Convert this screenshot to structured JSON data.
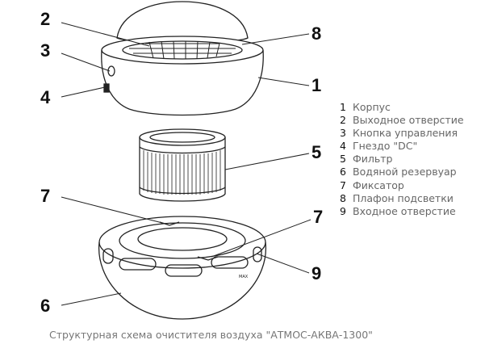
{
  "callouts": {
    "c2": "2",
    "c3": "3",
    "c4": "4",
    "c8": "8",
    "c1": "1",
    "c5": "5",
    "c7a": "7",
    "c7b": "7",
    "c9": "9",
    "c6": "6"
  },
  "reservoir_mark": "MAX",
  "legend": [
    {
      "num": "1",
      "label": "Корпус"
    },
    {
      "num": "2",
      "label": "Выходное отверстие"
    },
    {
      "num": "3",
      "label": "Кнопка управления"
    },
    {
      "num": "4",
      "label": "Гнездо \"DC\""
    },
    {
      "num": "5",
      "label": "Фильтр"
    },
    {
      "num": "6",
      "label": "Водяной резервуар"
    },
    {
      "num": "7",
      "label": "Фиксатор"
    },
    {
      "num": "8",
      "label": "Плафон подсветки"
    },
    {
      "num": "9",
      "label": "Входное отверстие"
    }
  ],
  "caption": "Структурная схема очистителя воздуха \"АТМОС-АКВА-1300\""
}
